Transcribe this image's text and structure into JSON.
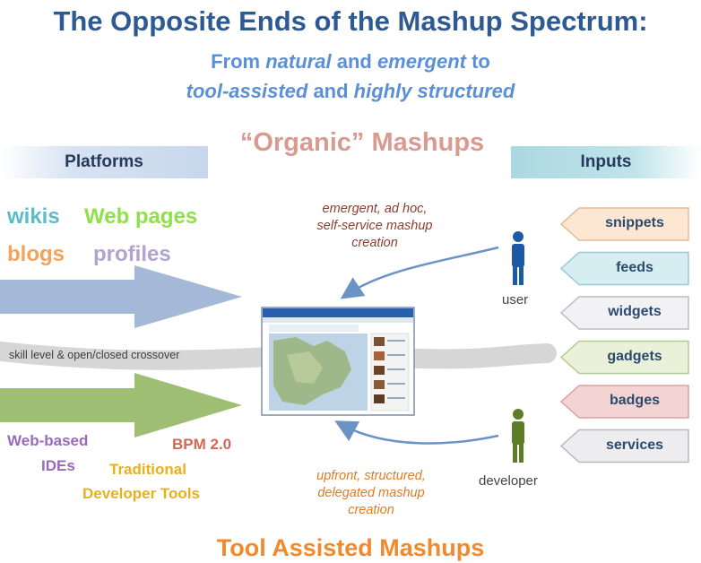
{
  "header": {
    "title": "The Opposite Ends of the Mashup Spectrum:",
    "subtitle_line1": [
      "From ",
      "natural",
      " and ",
      "emergent",
      " to"
    ],
    "subtitle_line2": [
      "tool-assisted",
      " and ",
      "highly structured"
    ]
  },
  "banners": {
    "platforms": "Platforms",
    "inputs": "Inputs"
  },
  "organic_title": "“Organic” Mashups",
  "platforms": [
    {
      "label": "wikis",
      "color": "#5bbdc9"
    },
    {
      "label": "Web pages",
      "color": "#8fe04a"
    },
    {
      "label": "blogs",
      "color": "#f5a35a"
    },
    {
      "label": "profiles",
      "color": "#b0a3d0"
    }
  ],
  "tools": {
    "web_based": "Web-based",
    "ides": "IDEs",
    "bpm": "BPM 2.0",
    "traditional": "Traditional",
    "developer_tools": "Developer Tools",
    "colors": {
      "web_based": "#9a69ba",
      "bpm": "#d4675a",
      "traditional": "#e6b020"
    }
  },
  "crossover_label": "skill level & open/closed crossover",
  "notes": {
    "emergent": [
      "emergent, ad hoc,",
      "self-service mashup",
      "creation"
    ],
    "upfront": [
      "upfront, structured,",
      "delegated mashup",
      "creation"
    ]
  },
  "people": {
    "user": {
      "label": "user",
      "color": "#1d5aa6"
    },
    "developer": {
      "label": "developer",
      "color": "#5e7d28"
    }
  },
  "inputs": [
    {
      "label": "snippets",
      "fill": "#fde7d2",
      "stroke": "#e8b894"
    },
    {
      "label": "feeds",
      "fill": "#d6edf2",
      "stroke": "#9cc8d3"
    },
    {
      "label": "widgets",
      "fill": "#f2f2f5",
      "stroke": "#bcbcc6"
    },
    {
      "label": "gadgets",
      "fill": "#e9f1d9",
      "stroke": "#b5c994"
    },
    {
      "label": "badges",
      "fill": "#f4d3d3",
      "stroke": "#d9a3a3"
    },
    {
      "label": "services",
      "fill": "#ededef",
      "stroke": "#b8b8c0"
    }
  ],
  "footer": "Tool Assisted Mashups"
}
